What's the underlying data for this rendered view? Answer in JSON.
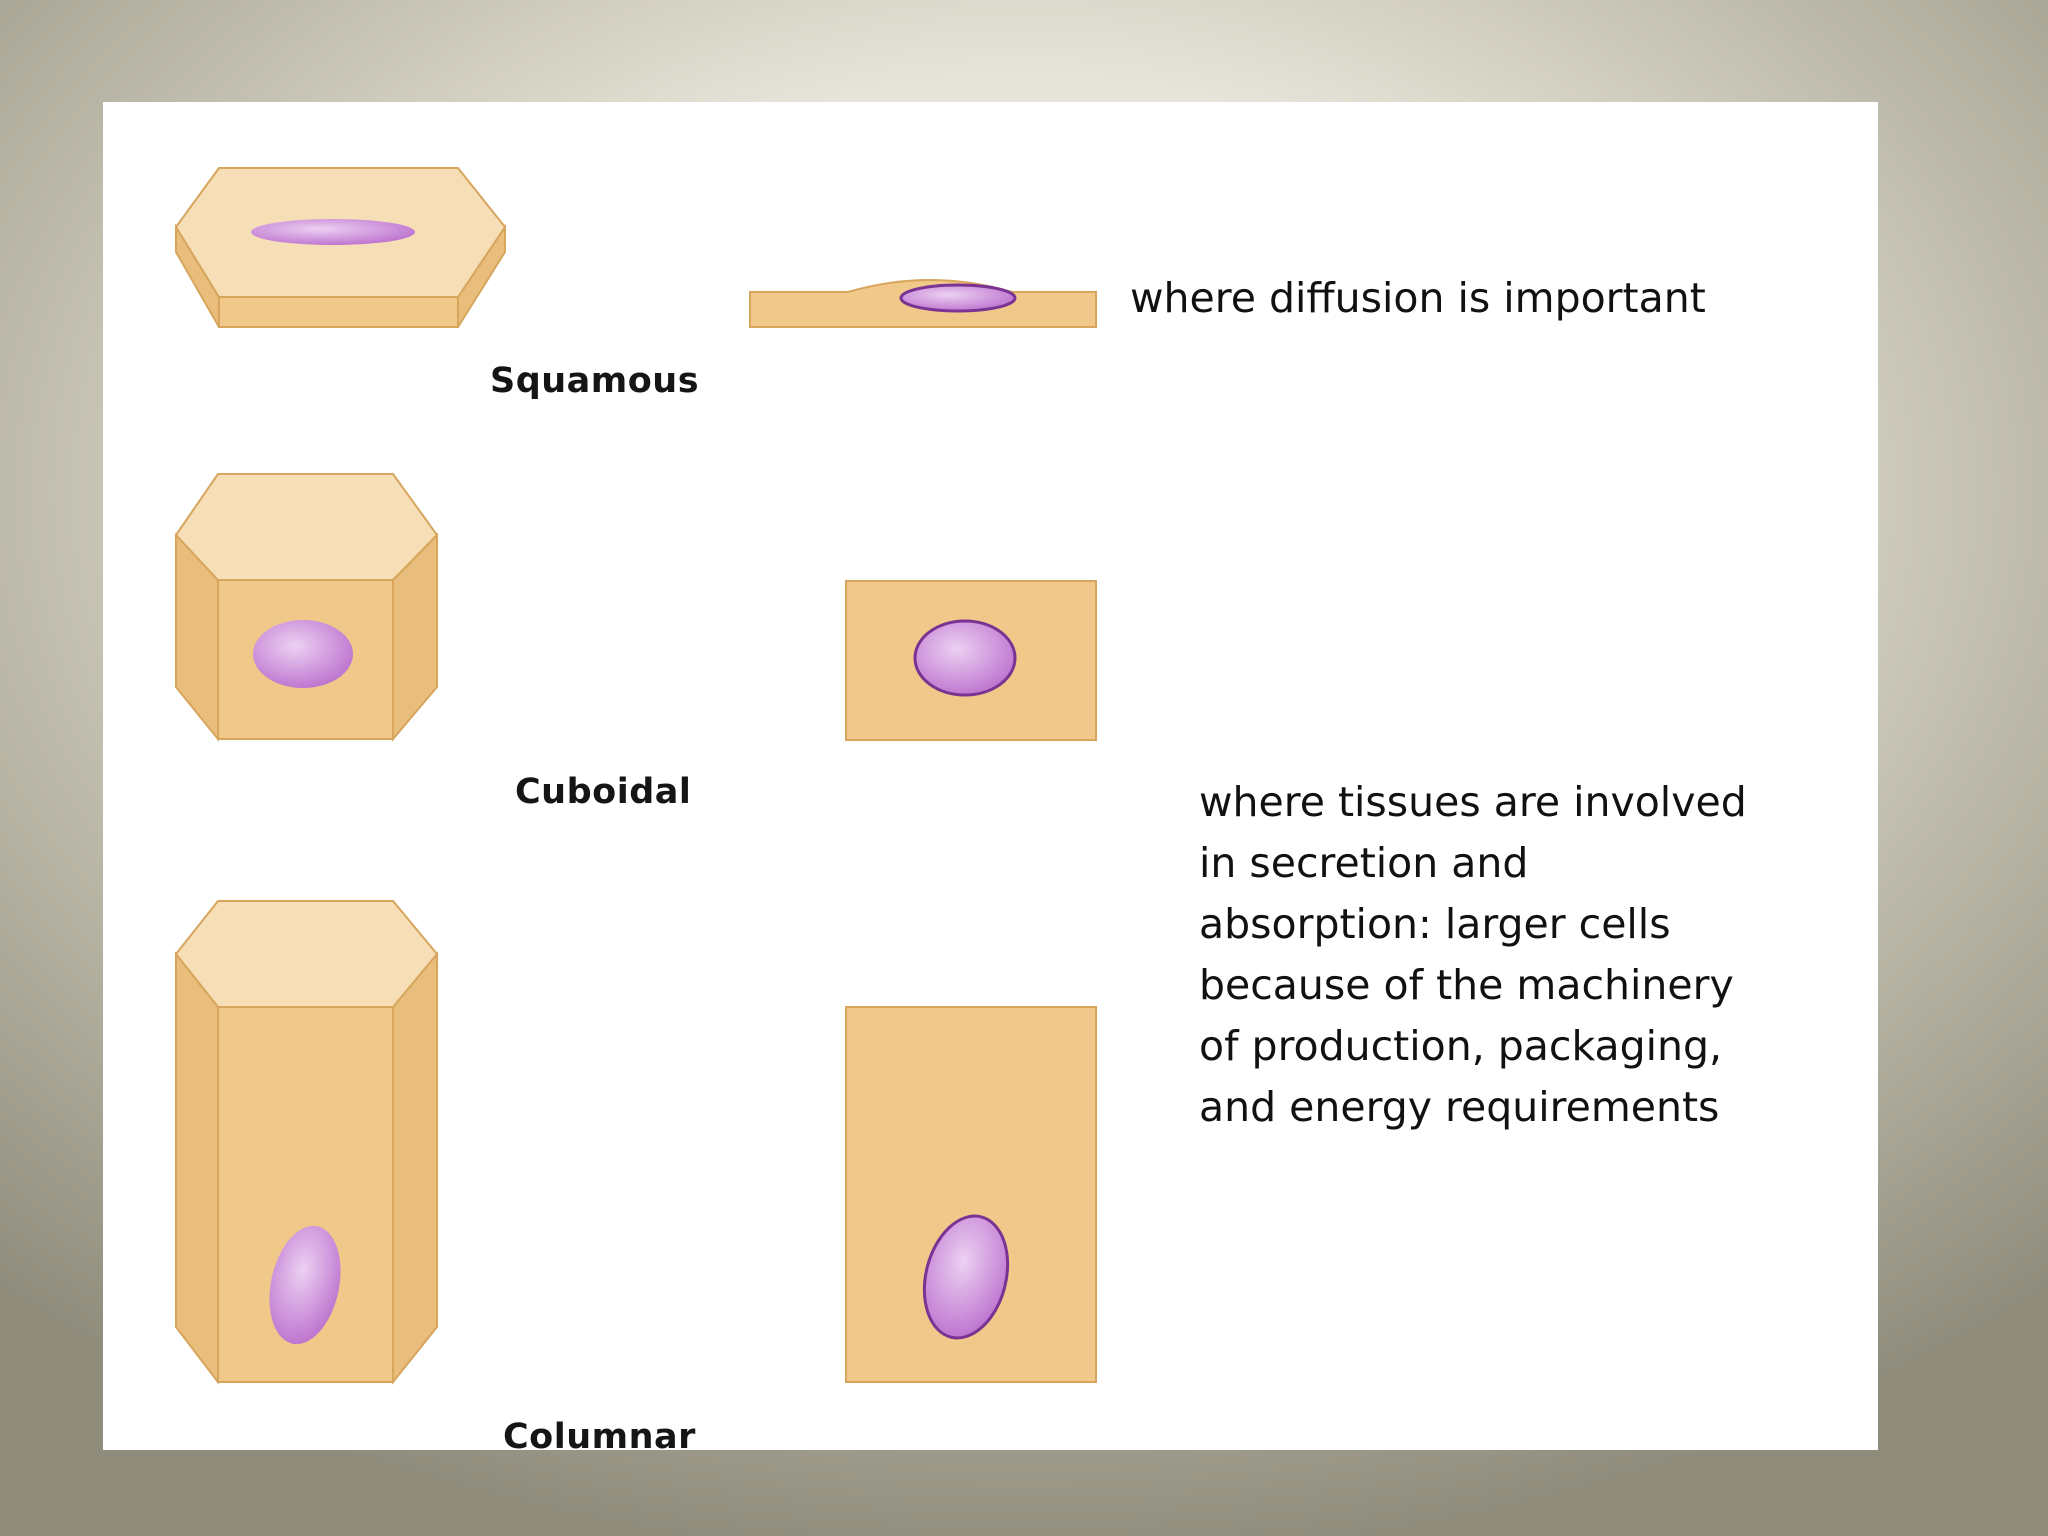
{
  "diagram": {
    "colors": {
      "cytoplasm": "#efc88a",
      "cytoplasm_top": "#f6dfb6",
      "cytoplasm_side": "#e9bd7c",
      "outline": "#d7a55c",
      "nucleus": "#bd73cf",
      "nucleus_highlight": "#ecd1f2",
      "nucleus_outline": "#7a3393",
      "slide_background": "#ffffff"
    },
    "cell_types": [
      {
        "name": "Squamous",
        "description": "where diffusion is important"
      },
      {
        "name": "Cuboidal",
        "description": ""
      },
      {
        "name": "Columnar",
        "description": ""
      }
    ],
    "notes": {
      "secretion_absorption": "where tissues are involved in secretion and absorption: larger cells because of the machinery of production, packaging, and energy requirements"
    }
  }
}
